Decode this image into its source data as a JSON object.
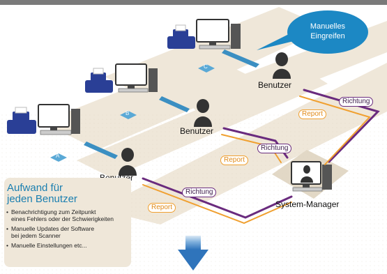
{
  "bubble": {
    "text_line1": "Manuelles",
    "text_line2": "Eingreifen"
  },
  "users": [
    {
      "label": "Benutzer"
    },
    {
      "label": "Benutzer"
    },
    {
      "label": "Benutzer"
    }
  ],
  "manager": {
    "label": "System-Manager"
  },
  "station_badges": [
    "A",
    "B",
    "C"
  ],
  "flows": [
    {
      "direction": "Richtung",
      "report": "Report"
    },
    {
      "direction": "Richtung",
      "report": "Report"
    },
    {
      "direction": "Richtung",
      "report": "Report"
    }
  ],
  "panel": {
    "title_line1": "Aufwand für",
    "title_line2": "jeden Benutzer",
    "bullets": [
      {
        "line1": "Benachrichtigung zum Zeitpunkt",
        "line2": "eines Fehlers oder der Schwierigkeiten"
      },
      {
        "line1": "Manuelle Updates der Software",
        "line2": "bei jedem Scanner"
      },
      {
        "line1": "Manuelle Einstellungen etc...",
        "line2": ""
      }
    ]
  },
  "colors": {
    "direction_line": "#6a2b7e",
    "report_line": "#f0a030",
    "scanner": "#2a3f96",
    "bubble": "#1c88c4",
    "badge": "#5aa9d6",
    "floor": "#efe7d9",
    "arrow": "#3e86c6"
  }
}
